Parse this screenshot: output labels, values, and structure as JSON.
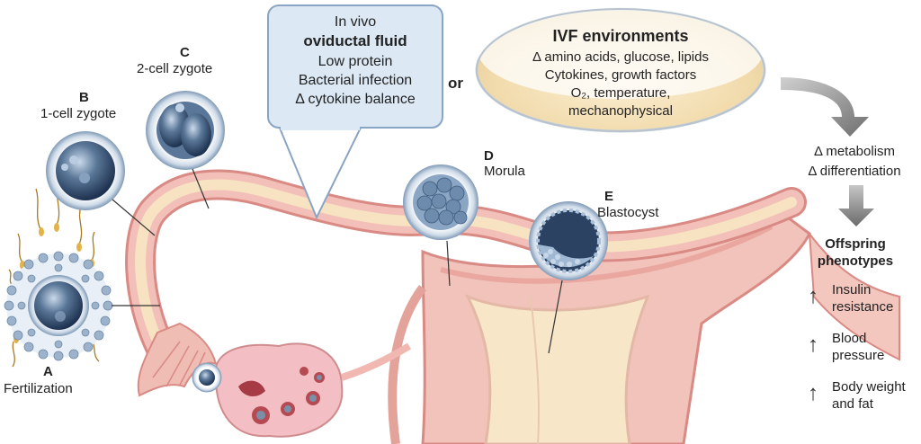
{
  "stages": {
    "a": {
      "letter": "A",
      "label": "Fertilization"
    },
    "b": {
      "letter": "B",
      "label": "1-cell zygote"
    },
    "c": {
      "letter": "C",
      "label": "2-cell zygote"
    },
    "d": {
      "letter": "D",
      "label": "Morula"
    },
    "e": {
      "letter": "E",
      "label": "Blastocyst"
    }
  },
  "invivo": {
    "line1": "In vivo",
    "line2": "oviductal fluid",
    "items": [
      "Low protein",
      "Bacterial infection",
      "Δ cytokine balance"
    ]
  },
  "connector": "or",
  "ivf": {
    "title": "IVF environments",
    "items": [
      "Δ amino acids, glucose, lipids",
      "Cytokines, growth factors",
      "O₂, temperature,",
      "mechanophysical"
    ]
  },
  "effects": [
    "Δ metabolism",
    "Δ differentiation"
  ],
  "offspring": {
    "title_line1": "Offspring",
    "title_line2": "phenotypes",
    "items": [
      {
        "arrow": "↑",
        "line1": "Insulin",
        "line2": "resistance"
      },
      {
        "arrow": "↑",
        "line1": "Blood",
        "line2": "pressure"
      },
      {
        "arrow": "↑",
        "line1": "Body weight",
        "line2": "and fat"
      }
    ]
  },
  "colors": {
    "tissue_pink": "#f0b8b0",
    "tissue_dark": "#d98a84",
    "lumen_cream": "#f6e3c0",
    "cell_blue": "#3e5a7a",
    "box_blue": "#dce9f4",
    "arrow_gray": "#7d7d7d"
  }
}
